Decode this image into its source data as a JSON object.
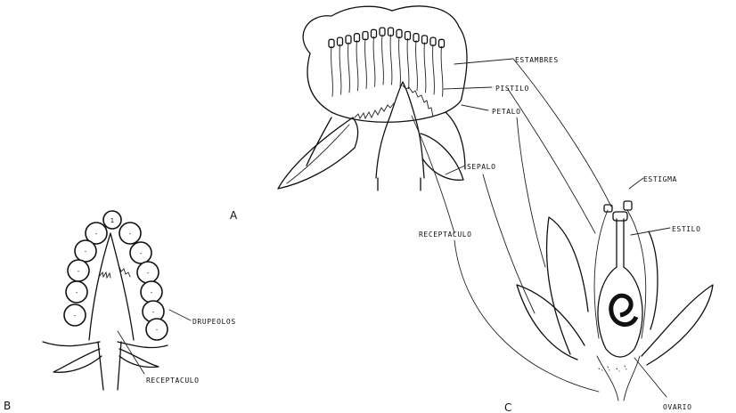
{
  "figure_letters": {
    "a": "A",
    "b": "B",
    "c": "C"
  },
  "labels": {
    "estambres": "ESTAMBRES",
    "pistilo": "PISTILO",
    "petalo": "PETALO",
    "sepalo": "SEPALO",
    "receptaculo_a": "RECEPTACULO",
    "estigma": "ESTIGMA",
    "estilo": "ESTILO",
    "ovario": "OVARIO",
    "drupeolos": "DRUPEOLOS",
    "receptaculo_b": "RECEPTACULO"
  },
  "drupelet_marks": [
    "1",
    "-",
    "-",
    "-",
    "-",
    "-",
    "-",
    "-",
    "-",
    "-",
    "-",
    "-"
  ]
}
